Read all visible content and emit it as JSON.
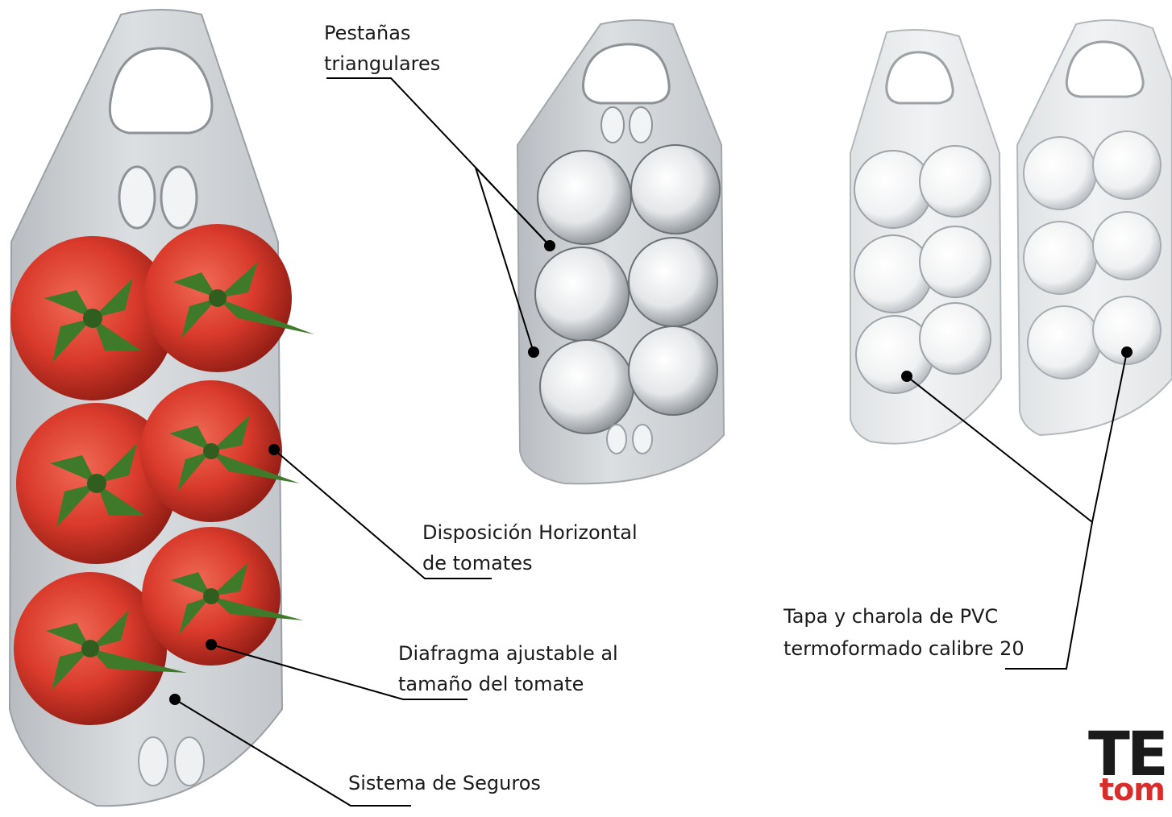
{
  "labels": {
    "pestanas_line1": "Pestañas",
    "pestanas_line2": "triangulares",
    "disposicion_line1": "Disposición Horizontal",
    "disposicion_line2": "de tomates",
    "diafragma_line1": "Diafragma ajustable al",
    "diafragma_line2": "tamaño del tomate",
    "seguros": "Sistema de Seguros",
    "tapa_line1": "Tapa y charola de PVC",
    "tapa_line2": "termoformado calibre 20"
  },
  "logo": {
    "top": "TE",
    "bottom": "tom"
  },
  "colors": {
    "tomato": "#d93a2b",
    "tomato_dark": "#a8231a",
    "stem": "#3f7a2a",
    "plastic": "#c9cccf",
    "plastic_light": "#e6e8ea",
    "leader": "#000000",
    "logo_red": "#d92d2d"
  }
}
